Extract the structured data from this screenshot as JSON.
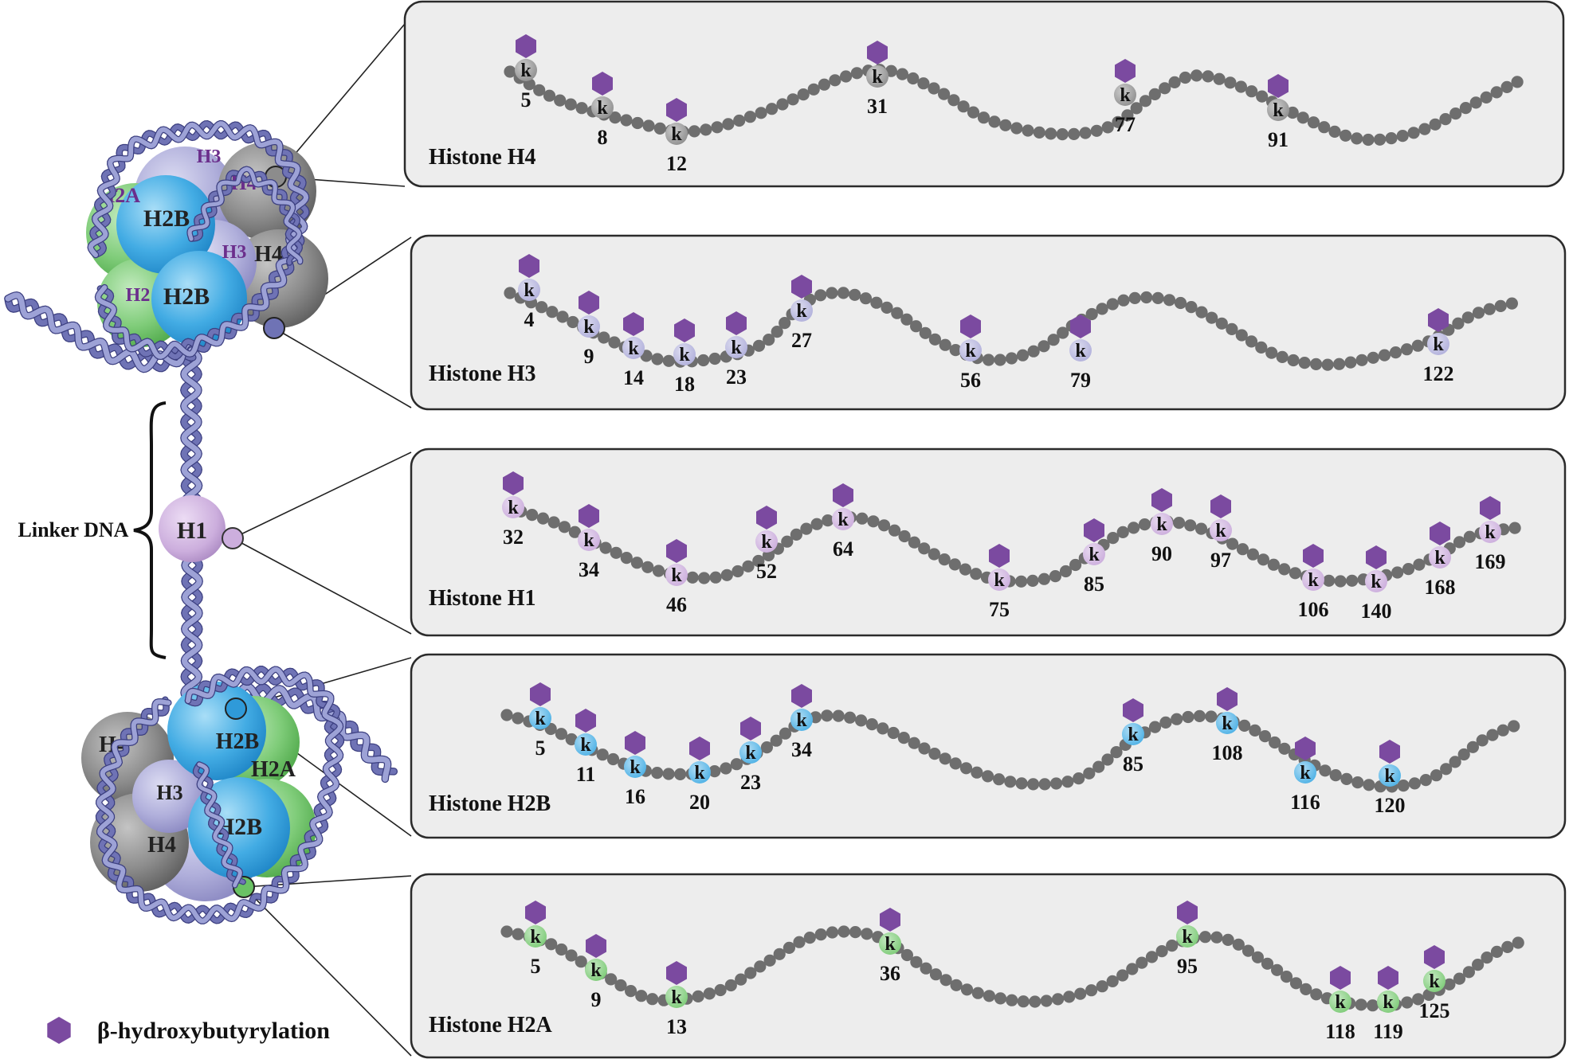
{
  "colors": {
    "panel_fill": "#ededed",
    "panel_stroke": "#2b2b2b",
    "backbone": "#6e6e6e",
    "modification": "#7b4aa0",
    "label_purple": "#6b2e8c",
    "dna": "#6f73b5",
    "h4": "#909090",
    "h3": "#b2b1dc",
    "h1": "#ccaedd",
    "h2b": "#4fb2e6",
    "h2a": "#7fcc79"
  },
  "icons": {
    "modification": "hexagon-icon",
    "residue": "lysine-circle-icon"
  },
  "residue_letter": "k",
  "legend": {
    "label": "β-hydroxybutyrylation"
  },
  "left": {
    "linker_label": "Linker DNA",
    "h1_label": "H1",
    "upper_nucleosome": {
      "labels": [
        {
          "text": "H2A",
          "style": "purple"
        },
        {
          "text": "H3",
          "style": "purple"
        },
        {
          "text": "H4",
          "style": "purple"
        },
        {
          "text": "H2B",
          "style": "dark"
        },
        {
          "text": "H3",
          "style": "purple"
        },
        {
          "text": "H4",
          "style": "dark"
        },
        {
          "text": "H2",
          "style": "purple"
        },
        {
          "text": "H2B",
          "style": "dark"
        }
      ]
    },
    "lower_nucleosome": {
      "labels": [
        {
          "text": "H4",
          "style": "dark"
        },
        {
          "text": "H2B",
          "style": "dark"
        },
        {
          "text": "H2A",
          "style": "dark"
        },
        {
          "text": "H3",
          "style": "dark"
        },
        {
          "text": "H2B",
          "style": "dark"
        },
        {
          "text": "H4",
          "style": "dark"
        }
      ]
    }
  },
  "panels": [
    {
      "title": "Histone H4",
      "color_key": "h4",
      "sites": [
        "5",
        "8",
        "12",
        "31",
        "77",
        "91"
      ]
    },
    {
      "title": "Histone H3",
      "color_key": "h3",
      "sites": [
        "4",
        "9",
        "14",
        "18",
        "23",
        "27",
        "56",
        "79",
        "122"
      ]
    },
    {
      "title": "Histone H1",
      "color_key": "h1",
      "sites": [
        "32",
        "34",
        "46",
        "52",
        "64",
        "75",
        "85",
        "90",
        "97",
        "106",
        "140",
        "168",
        "169"
      ]
    },
    {
      "title": "Histone H2B",
      "color_key": "h2b",
      "sites": [
        "5",
        "11",
        "16",
        "20",
        "23",
        "34",
        "85",
        "108",
        "116",
        "120"
      ]
    },
    {
      "title": "Histone H2A",
      "color_key": "h2a",
      "sites": [
        "5",
        "9",
        "13",
        "36",
        "95",
        "118",
        "119",
        "125"
      ]
    }
  ]
}
